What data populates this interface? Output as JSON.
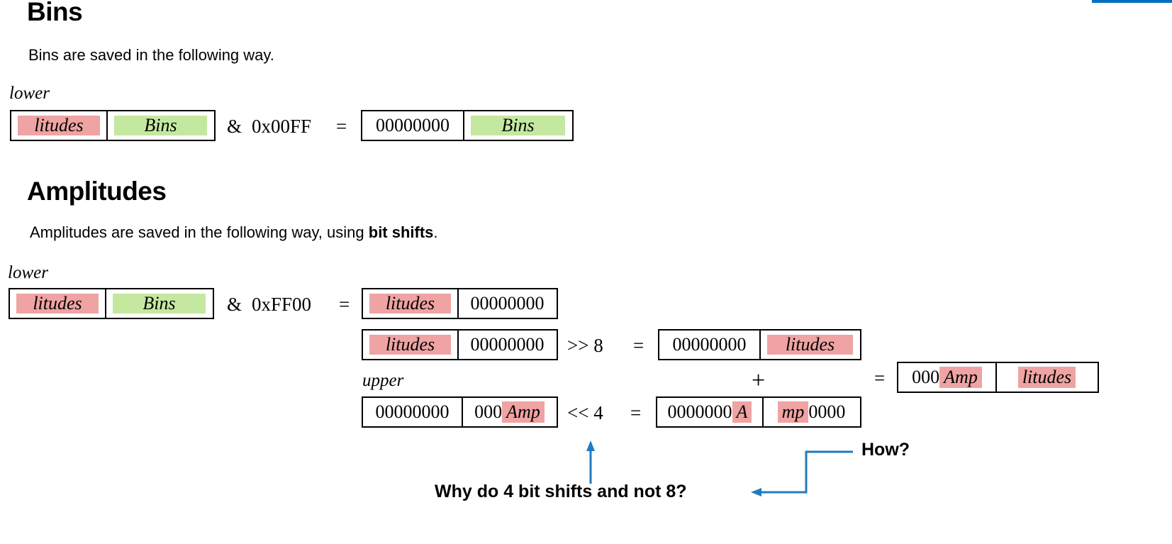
{
  "accent_color": "#0070C0",
  "highlight_pink": "#EFA3A3",
  "highlight_green": "#C5E8A0",
  "sections": {
    "bins": {
      "heading": "Bins",
      "description": "Bins are saved in the following way.",
      "row_label": "lower",
      "operand_left": {
        "byte_high": "litudes",
        "byte_low": "Bins"
      },
      "operator": "&",
      "mask": "0x00FF",
      "equals": "=",
      "result": {
        "byte_high": "00000000",
        "byte_low": "Bins"
      }
    },
    "amplitudes": {
      "heading": "Amplitudes",
      "description_before": "Amplitudes are saved in the following way, using ",
      "description_bold": "bit shifts",
      "description_after": ".",
      "row_label_lower": "lower",
      "row_label_upper": "upper",
      "operand_left": {
        "byte_high": "litudes",
        "byte_low": "Bins"
      },
      "operator_and": "&",
      "mask": "0xFF00",
      "equals_1": "=",
      "masked": {
        "byte_high": "litudes",
        "byte_low": "00000000"
      },
      "shift_right_row": {
        "input": {
          "byte_high": "litudes",
          "byte_low": "00000000"
        },
        "operator": ">> 8",
        "equals": "=",
        "output": {
          "byte_high": "00000000",
          "byte_low": "litudes"
        }
      },
      "plus": "+",
      "shift_left_row": {
        "input": {
          "byte_high": "00000000",
          "byte_low_prefix": "000",
          "byte_low_chip": "Amp"
        },
        "operator": "<< 4",
        "equals": "=",
        "output": {
          "byte_high_prefix": "0000000",
          "byte_high_chip": "A",
          "byte_low_chip": "mp",
          "byte_low_suffix": "0000"
        }
      },
      "final_equals": "=",
      "final_result": {
        "byte_high_prefix": "000",
        "byte_high_chip": "Amp",
        "byte_low_chip": "litudes"
      }
    }
  },
  "annotations": {
    "question_shift": "Why do 4 bit shifts and not 8?",
    "question_how": "How?"
  }
}
